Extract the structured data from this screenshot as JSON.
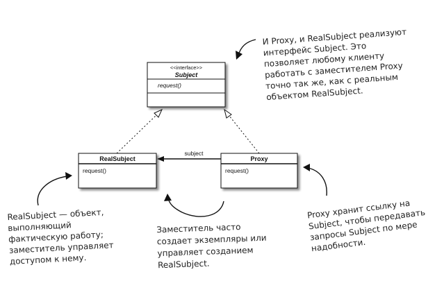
{
  "uml": {
    "subject": {
      "stereotype": "<<interface>>",
      "name": "Subject",
      "operation": "request()"
    },
    "real_subject": {
      "name": "RealSubject",
      "operation": "request()"
    },
    "proxy": {
      "name": "Proxy",
      "operation": "request()"
    },
    "association_label": "subject"
  },
  "notes": {
    "top_right": [
      "И Proxy, и RealSubject реализуют",
      "интерфейс Subject. Это",
      "позволяет любому клиенту",
      "работать с заместителем Proxy",
      "точно так же, как с реальным",
      "объектом RealSubject."
    ],
    "left": [
      "RealSubject — объект,",
      "выполняющий",
      "фактическую работу;",
      "заместитель управляет",
      "доступом к нему."
    ],
    "middle": [
      "Заместитель часто",
      "создает экземпляры или",
      "управляет созданием",
      "RealSubject."
    ],
    "right": [
      "Proxy хранит ссылку на",
      "Subject, чтобы передавать",
      "запросы Subject по мере",
      "надобности."
    ]
  }
}
